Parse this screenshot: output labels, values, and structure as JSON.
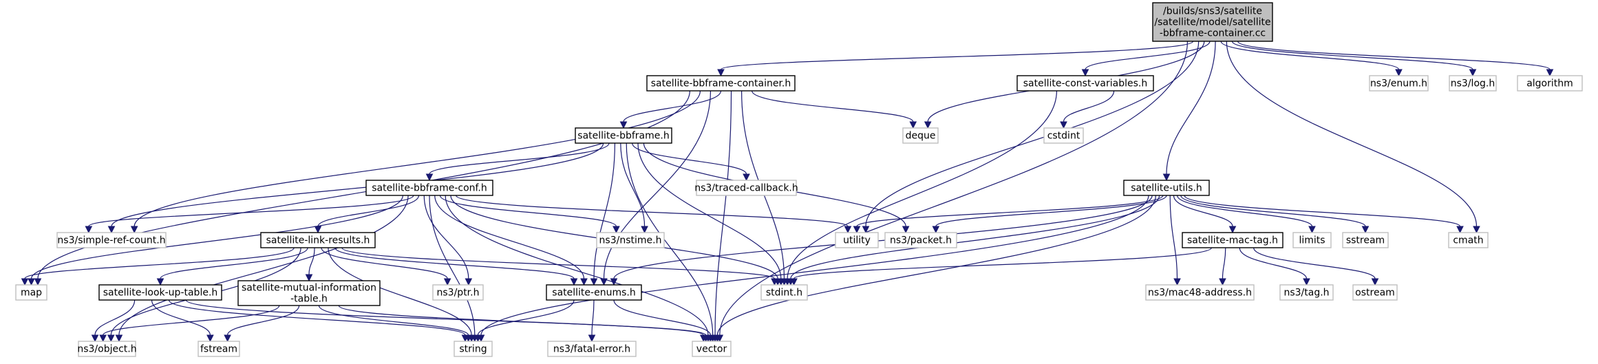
{
  "diagram": {
    "title_lines": [
      "/builds/sns3/satellite",
      "/satellite/model/satellite",
      "-bbframe-container.cc"
    ],
    "nodes": [
      {
        "id": "root",
        "lines": [
          "/builds/sns3/satellite",
          "/satellite/model/satellite",
          "-bbframe-container.cc"
        ],
        "kind": "root"
      },
      {
        "id": "bbframe_container_h",
        "lines": [
          "satellite-bbframe-container.h"
        ],
        "kind": "file"
      },
      {
        "id": "const_vars_h",
        "lines": [
          "satellite-const-variables.h"
        ],
        "kind": "file"
      },
      {
        "id": "enum_h",
        "lines": [
          "ns3/enum.h"
        ],
        "kind": "sys"
      },
      {
        "id": "log_h",
        "lines": [
          "ns3/log.h"
        ],
        "kind": "sys"
      },
      {
        "id": "algorithm",
        "lines": [
          "algorithm"
        ],
        "kind": "sys"
      },
      {
        "id": "bbframe_h",
        "lines": [
          "satellite-bbframe.h"
        ],
        "kind": "file"
      },
      {
        "id": "deque",
        "lines": [
          "deque"
        ],
        "kind": "sys"
      },
      {
        "id": "cstdint",
        "lines": [
          "cstdint"
        ],
        "kind": "sys"
      },
      {
        "id": "traced_cb",
        "lines": [
          "ns3/traced-callback.h"
        ],
        "kind": "sys"
      },
      {
        "id": "bbframe_conf_h",
        "lines": [
          "satellite-bbframe-conf.h"
        ],
        "kind": "file"
      },
      {
        "id": "utils_h",
        "lines": [
          "satellite-utils.h"
        ],
        "kind": "file"
      },
      {
        "id": "simple_ref",
        "lines": [
          "ns3/simple-ref-count.h"
        ],
        "kind": "sys"
      },
      {
        "id": "nstime",
        "lines": [
          "ns3/nstime.h"
        ],
        "kind": "sys"
      },
      {
        "id": "utility",
        "lines": [
          "utility"
        ],
        "kind": "sys"
      },
      {
        "id": "packet_h",
        "lines": [
          "ns3/packet.h"
        ],
        "kind": "sys"
      },
      {
        "id": "link_results_h",
        "lines": [
          "satellite-link-results.h"
        ],
        "kind": "file"
      },
      {
        "id": "mac_tag_h",
        "lines": [
          "satellite-mac-tag.h"
        ],
        "kind": "file"
      },
      {
        "id": "limits",
        "lines": [
          "limits"
        ],
        "kind": "sys"
      },
      {
        "id": "sstream",
        "lines": [
          "sstream"
        ],
        "kind": "sys"
      },
      {
        "id": "cmath",
        "lines": [
          "cmath"
        ],
        "kind": "sys"
      },
      {
        "id": "map",
        "lines": [
          "map"
        ],
        "kind": "sys"
      },
      {
        "id": "ptr_h",
        "lines": [
          "ns3/ptr.h"
        ],
        "kind": "sys"
      },
      {
        "id": "enums_h",
        "lines": [
          "satellite-enums.h"
        ],
        "kind": "file"
      },
      {
        "id": "stdint_h",
        "lines": [
          "stdint.h"
        ],
        "kind": "sys"
      },
      {
        "id": "mac48",
        "lines": [
          "ns3/mac48-address.h"
        ],
        "kind": "sys"
      },
      {
        "id": "tag_h",
        "lines": [
          "ns3/tag.h"
        ],
        "kind": "sys"
      },
      {
        "id": "ostream",
        "lines": [
          "ostream"
        ],
        "kind": "sys"
      },
      {
        "id": "lookup_h",
        "lines": [
          "satellite-look-up-table.h"
        ],
        "kind": "file"
      },
      {
        "id": "mutual_info_h",
        "lines": [
          "satellite-mutual-information",
          "-table.h"
        ],
        "kind": "file"
      },
      {
        "id": "object_h",
        "lines": [
          "ns3/object.h"
        ],
        "kind": "sys"
      },
      {
        "id": "fstream",
        "lines": [
          "fstream"
        ],
        "kind": "sys"
      },
      {
        "id": "string",
        "lines": [
          "string"
        ],
        "kind": "sys"
      },
      {
        "id": "fatal_error",
        "lines": [
          "ns3/fatal-error.h"
        ],
        "kind": "sys"
      },
      {
        "id": "vector",
        "lines": [
          "vector"
        ],
        "kind": "sys"
      }
    ],
    "edges": [
      [
        "root",
        "bbframe_container_h"
      ],
      [
        "root",
        "const_vars_h"
      ],
      [
        "root",
        "enum_h"
      ],
      [
        "root",
        "log_h"
      ],
      [
        "root",
        "algorithm"
      ],
      [
        "root",
        "deque"
      ],
      [
        "root",
        "utils_h"
      ],
      [
        "root",
        "utility"
      ],
      [
        "root",
        "cmath"
      ],
      [
        "root",
        "vector"
      ],
      [
        "bbframe_container_h",
        "bbframe_h"
      ],
      [
        "bbframe_container_h",
        "deque"
      ],
      [
        "bbframe_container_h",
        "simple_ref"
      ],
      [
        "bbframe_container_h",
        "map"
      ],
      [
        "bbframe_container_h",
        "enums_h"
      ],
      [
        "bbframe_container_h",
        "stdint_h"
      ],
      [
        "bbframe_container_h",
        "vector"
      ],
      [
        "const_vars_h",
        "cstdint"
      ],
      [
        "const_vars_h",
        "stdint_h"
      ],
      [
        "bbframe_h",
        "traced_cb"
      ],
      [
        "bbframe_h",
        "bbframe_conf_h"
      ],
      [
        "bbframe_h",
        "simple_ref"
      ],
      [
        "bbframe_h",
        "nstime"
      ],
      [
        "bbframe_h",
        "packet_h"
      ],
      [
        "bbframe_h",
        "enums_h"
      ],
      [
        "bbframe_h",
        "stdint_h"
      ],
      [
        "bbframe_h",
        "vector"
      ],
      [
        "bbframe_conf_h",
        "simple_ref"
      ],
      [
        "bbframe_conf_h",
        "nstime"
      ],
      [
        "bbframe_conf_h",
        "utility"
      ],
      [
        "bbframe_conf_h",
        "link_results_h"
      ],
      [
        "bbframe_conf_h",
        "map"
      ],
      [
        "bbframe_conf_h",
        "object_h"
      ],
      [
        "bbframe_conf_h",
        "ptr_h"
      ],
      [
        "bbframe_conf_h",
        "enums_h"
      ],
      [
        "bbframe_conf_h",
        "stdint_h"
      ],
      [
        "bbframe_conf_h",
        "string"
      ],
      [
        "bbframe_conf_h",
        "vector"
      ],
      [
        "utils_h",
        "utility"
      ],
      [
        "utils_h",
        "packet_h"
      ],
      [
        "utils_h",
        "mac_tag_h"
      ],
      [
        "utils_h",
        "limits"
      ],
      [
        "utils_h",
        "sstream"
      ],
      [
        "utils_h",
        "cmath"
      ],
      [
        "utils_h",
        "enums_h"
      ],
      [
        "utils_h",
        "stdint_h"
      ],
      [
        "utils_h",
        "mac48"
      ],
      [
        "utils_h",
        "string"
      ],
      [
        "utils_h",
        "vector"
      ],
      [
        "link_results_h",
        "map"
      ],
      [
        "link_results_h",
        "object_h"
      ],
      [
        "link_results_h",
        "lookup_h"
      ],
      [
        "link_results_h",
        "mutual_info_h"
      ],
      [
        "link_results_h",
        "ptr_h"
      ],
      [
        "link_results_h",
        "enums_h"
      ],
      [
        "link_results_h",
        "stdint_h"
      ],
      [
        "link_results_h",
        "string"
      ],
      [
        "mac_tag_h",
        "stdint_h"
      ],
      [
        "mac_tag_h",
        "mac48"
      ],
      [
        "mac_tag_h",
        "tag_h"
      ],
      [
        "mac_tag_h",
        "ostream"
      ],
      [
        "lookup_h",
        "object_h"
      ],
      [
        "lookup_h",
        "fstream"
      ],
      [
        "lookup_h",
        "string"
      ],
      [
        "lookup_h",
        "vector"
      ],
      [
        "mutual_info_h",
        "object_h"
      ],
      [
        "mutual_info_h",
        "fstream"
      ],
      [
        "mutual_info_h",
        "string"
      ],
      [
        "mutual_info_h",
        "vector"
      ],
      [
        "enums_h",
        "string"
      ],
      [
        "enums_h",
        "fatal_error"
      ],
      [
        "enums_h",
        "vector"
      ]
    ]
  },
  "colors": {
    "edge": "#191970",
    "root_fill": "#bfbfbf",
    "file_border": "#000000",
    "system_border": "#bfbfbf"
  }
}
